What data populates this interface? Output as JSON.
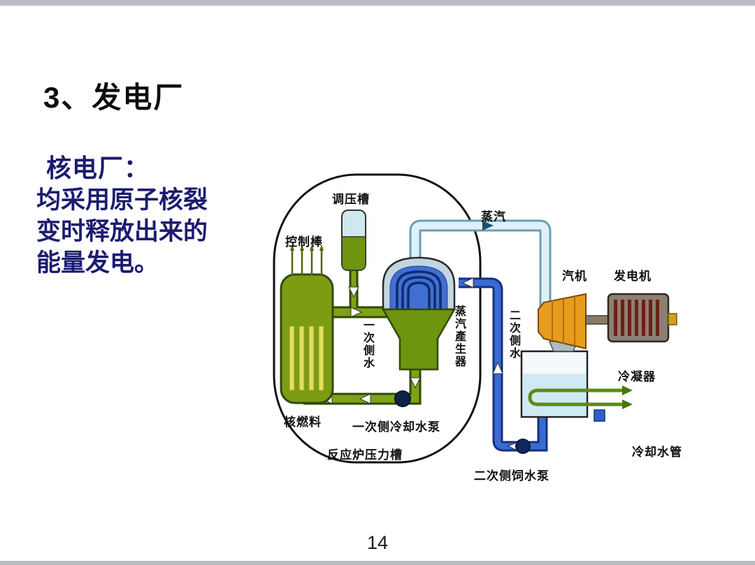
{
  "slide": {
    "title": "3、发电厂",
    "subtitle": "核电厂：",
    "description_lines": [
      "均采用原子核裂",
      "变时释放出来的",
      "能量发电。"
    ],
    "page_number": "14"
  },
  "diagram": {
    "labels": {
      "pressurizer": "调压槽",
      "control_rods": "控制棒",
      "steam": "蒸汽",
      "turbine": "汽机",
      "generator": "发电机",
      "primary_water": "一次側水",
      "steam_generator": "蒸汽產生器",
      "secondary_water": "二次側水",
      "fuel": "核燃料",
      "primary_pump": "一次侧冷却水泵",
      "reactor_vessel": "反应炉压力槽",
      "condenser": "冷凝器",
      "cooling_pipe": "冷却水管",
      "feed_pump": "二次侧饲水泵"
    },
    "colors": {
      "pipe_green": "#6f9410",
      "pipe_green_dark": "#2d4a00",
      "pipe_blue": "#3a6ad2",
      "pipe_blue_dark": "#14317e",
      "steam_pipe_fill": "#def1f9",
      "steam_pipe_edge": "#6d9cb4",
      "turbine_orange": "#e89c1c",
      "generator_brown": "#8d7f72",
      "generator_stripe": "#6e1f14",
      "condenser_water": "#cfeaf6",
      "reactor_green": "#7c9c14",
      "text_navy": "#1b1b70"
    }
  }
}
